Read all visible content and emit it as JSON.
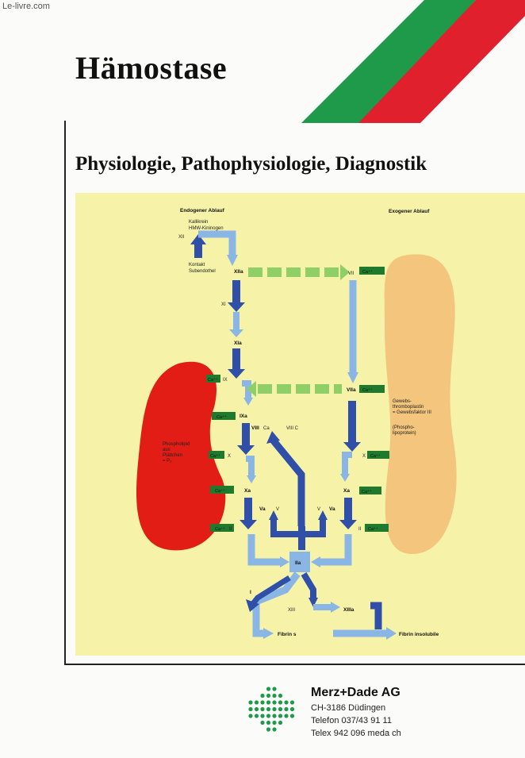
{
  "watermark": "Le-livre.com",
  "cover": {
    "title": "Hämostase",
    "subtitle": "Physiologie, Pathophysiologie, Diagnostik"
  },
  "colors": {
    "green_stripe": "#1f9a4a",
    "red_stripe": "#e0202c",
    "panel": "#f6f3a8",
    "dark_blue": "#2f4fa8",
    "light_blue": "#8ab6e6",
    "light_green": "#8fcf68",
    "dark_green": "#1f7a2e",
    "red_organ": "#e11d16",
    "orange_organ": "#f4c57d"
  },
  "diagram": {
    "endogen": "Endogener Ablauf",
    "exogen": "Exogener Ablauf",
    "kallikrein": "Kallikrein",
    "hmw": "HMW-Kininogen",
    "kontakt": "Kontakt",
    "subendothel": "Subendothel",
    "f_xii": "XII",
    "f_xiia": "XIIa",
    "f_xi": "XI",
    "f_xia": "XIa",
    "f_ix": "IX",
    "f_ixa": "IXa",
    "f_viii": "VIII",
    "ca_mid": "Ca",
    "f_viiic": "VIII C",
    "f_x_left": "X",
    "f_xa_left": "Xa",
    "f_va_left": "Va",
    "f_v_left": "V",
    "f_v_right": "V",
    "f_va_right": "Va",
    "f_ii_left": "II",
    "f_iia": "IIa",
    "f_i": "I",
    "f_xiii": "XIII",
    "f_xiiia": "XIIIa",
    "fibrin_s": "Fibrin s",
    "fibrin_insolubile": "Fibrin insolubile",
    "f_vii": "VII",
    "f_viia": "VIIa",
    "f_x_right": "X",
    "f_xa_right": "Xa",
    "f_ii_right": "II",
    "ca_label": "Ca⁺⁺",
    "phospholipid": [
      "Phospholipid",
      "aus",
      "Plättchen",
      "= P₃"
    ],
    "gewebs": [
      "Gewebs-",
      "thromboplastin",
      "= Gewebsfaktor III",
      "",
      "(Phospho-",
      "lipoprotein)"
    ]
  },
  "company": {
    "name": "Merz+Dade AG",
    "address": "CH-3186 Düdingen",
    "telefon": "Telefon 037/43 91 11",
    "telex": "Telex 942 096 meda ch"
  }
}
